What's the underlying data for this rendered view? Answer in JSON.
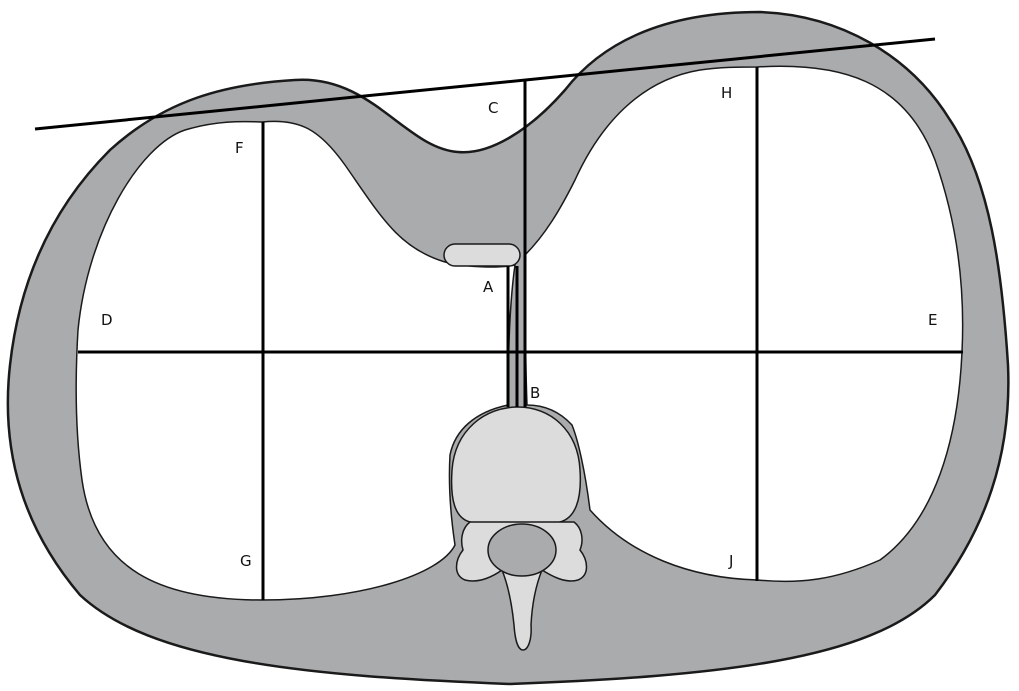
{
  "colors": {
    "background": "#ffffff",
    "tissue": "#a9abad",
    "outline": "#1a1a1a",
    "cavity": "#ffffff",
    "bone": "#dcdcdc",
    "line": "#000000"
  },
  "labels": {
    "A": "A",
    "B": "B",
    "C": "C",
    "D": "D",
    "E": "E",
    "F": "F",
    "G": "G",
    "H": "H",
    "J": "J"
  }
}
